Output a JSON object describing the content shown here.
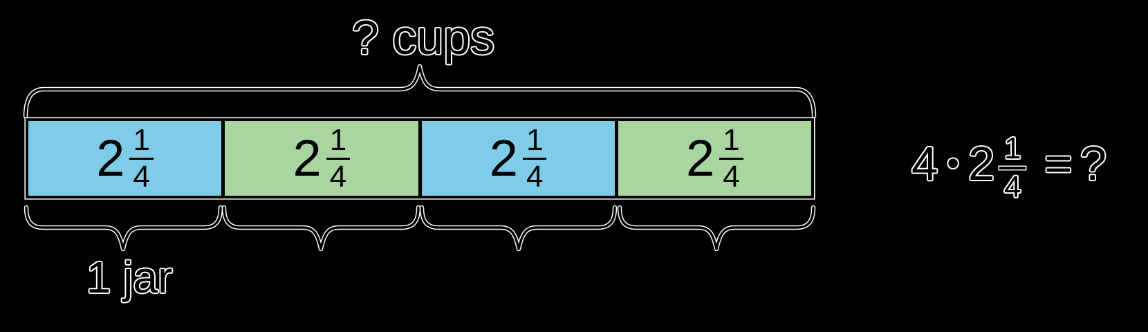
{
  "colors": {
    "background": "#000000",
    "cell_blue": "#7FCCE8",
    "cell_green": "#A8D5A0",
    "line_black": "#000000",
    "halo_white": "#FFFFFF"
  },
  "diagram": {
    "top_label": "? cups",
    "bottom_label": "1 jar",
    "cells": [
      {
        "whole": "2",
        "numerator": "1",
        "denominator": "4",
        "fill": "#7FCCE8"
      },
      {
        "whole": "2",
        "numerator": "1",
        "denominator": "4",
        "fill": "#A8D5A0"
      },
      {
        "whole": "2",
        "numerator": "1",
        "denominator": "4",
        "fill": "#7FCCE8"
      },
      {
        "whole": "2",
        "numerator": "1",
        "denominator": "4",
        "fill": "#A8D5A0"
      }
    ]
  },
  "equation": {
    "factor": "4",
    "times_symbol": "•",
    "mixed_whole": "2",
    "mixed_numerator": "1",
    "mixed_denominator": "4",
    "equals_symbol": "=",
    "result": "?"
  }
}
